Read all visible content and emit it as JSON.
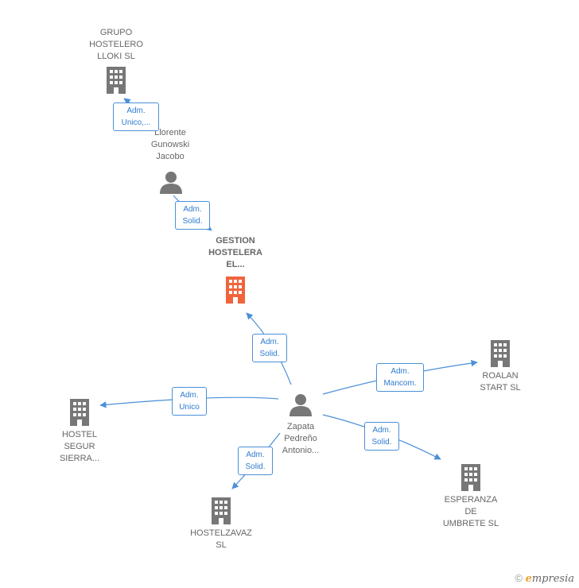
{
  "nodes": {
    "grupo": {
      "label": "GRUPO\nHOSTELERO\nLLOKI SL",
      "kind": "company"
    },
    "llorente": {
      "label": "Llorente\nGunowski\nJacobo",
      "kind": "person"
    },
    "gestion": {
      "label": "GESTION\nHOSTELERA\nEL...",
      "kind": "company-focus"
    },
    "zapata": {
      "label": "Zapata\nPedreño\nAntonio...",
      "kind": "person"
    },
    "roalan": {
      "label": "ROALAN\nSTART SL",
      "kind": "company"
    },
    "hostel_segur": {
      "label": "HOSTEL\nSEGUR\nSIERRA...",
      "kind": "company"
    },
    "hostelzavaz": {
      "label": "HOSTELZAVAZ\nSL",
      "kind": "company"
    },
    "esperanza": {
      "label": "ESPERANZA\nDE\nUMBRETE SL",
      "kind": "company"
    }
  },
  "edges": {
    "e1": {
      "label": "Adm.\nUnico,..."
    },
    "e2": {
      "label": "Adm.\nSolid."
    },
    "e3": {
      "label": "Adm.\nSolid."
    },
    "e4": {
      "label": "Adm.\nUnico"
    },
    "e5": {
      "label": "Adm.\nMancom."
    },
    "e6": {
      "label": "Adm.\nSolid."
    },
    "e7": {
      "label": "Adm.\nSolid."
    }
  },
  "colors": {
    "company": "#777777",
    "focus": "#f0643c",
    "person": "#777777",
    "edge": "#4a90d9"
  },
  "watermark": {
    "copyright": "©",
    "brand_first": "e",
    "brand_rest": "mpresia"
  }
}
